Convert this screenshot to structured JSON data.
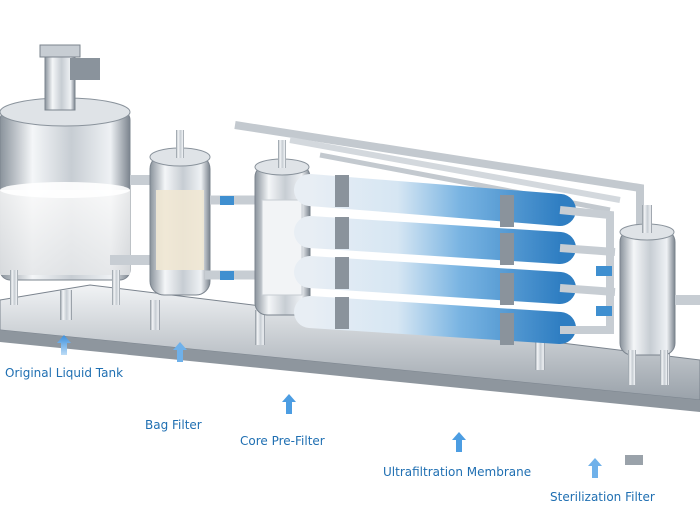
{
  "labels": {
    "tank": "Original Liquid Tank",
    "bag_filter": "Bag Filter",
    "core_prefilter": "Core Pre-Filter",
    "uf_membrane": "Ultrafiltration Membrane",
    "sterilization_filter": "Sterilization Filter"
  },
  "colors": {
    "steel_light": "#eef1f4",
    "steel_mid": "#b9c0c8",
    "steel_dark": "#7b848e",
    "liquid_blue": "#3f8fd0",
    "label_blue": "#1f6fb2",
    "arrow_blue": "#5aa7e6"
  }
}
